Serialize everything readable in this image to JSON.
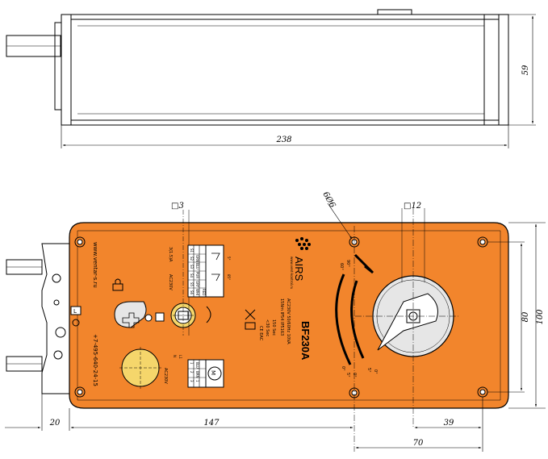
{
  "dimensions": {
    "top_length": "238",
    "top_height": "59",
    "width_100": "100",
    "width_80": "80",
    "left_20": "20",
    "mid_147": "147",
    "right_39": "39",
    "right_70": "70",
    "square_3": "□3",
    "square_12": "□12",
    "hole_diameter": "6Ø6"
  },
  "label": {
    "brand": "AIRS",
    "brand_tag": "www.vent-kontrol.ru",
    "model": "BF230A",
    "spec_line1": "AC230V 50/60Hz 10VA",
    "spec_line2": "15Nm IP54 IP5163",
    "spec_time1": "150 Sec",
    "spec_time2": "<30 Sec",
    "marks": "CE EAC",
    "website": "www.ventar-s.ru",
    "phone": "+7-495-640-24-15",
    "voltage_top": "AC230V",
    "rating_top": "3(1.5)A",
    "voltage_bottom": "AC230V",
    "deg_5": "5°",
    "deg_85": "85°",
    "terminal_numbers": [
      "S1",
      "S2",
      "S3",
      "S4",
      "S5",
      "S6"
    ],
    "terminal_wires": [
      "GRN",
      "BLU",
      "PUR",
      "GRY",
      "WHI",
      "RED"
    ],
    "terminal_bottom_numbers": [
      "1",
      "2",
      "3"
    ],
    "terminal_bottom_wires": [
      "BLU",
      "BRN",
      "1"
    ],
    "scale_left": [
      "90°",
      "60°",
      "0°",
      "5°",
      "0°"
    ],
    "scale_right": [
      "5°",
      "0°"
    ],
    "marker_L": "L",
    "motor": "M",
    "neutral": "N",
    "live": "L1"
  },
  "colors": {
    "body_orange": "#f2852c",
    "line": "#000000",
    "knob_yellow": "#f5d66b",
    "cap_gray": "#e6e6e6"
  }
}
